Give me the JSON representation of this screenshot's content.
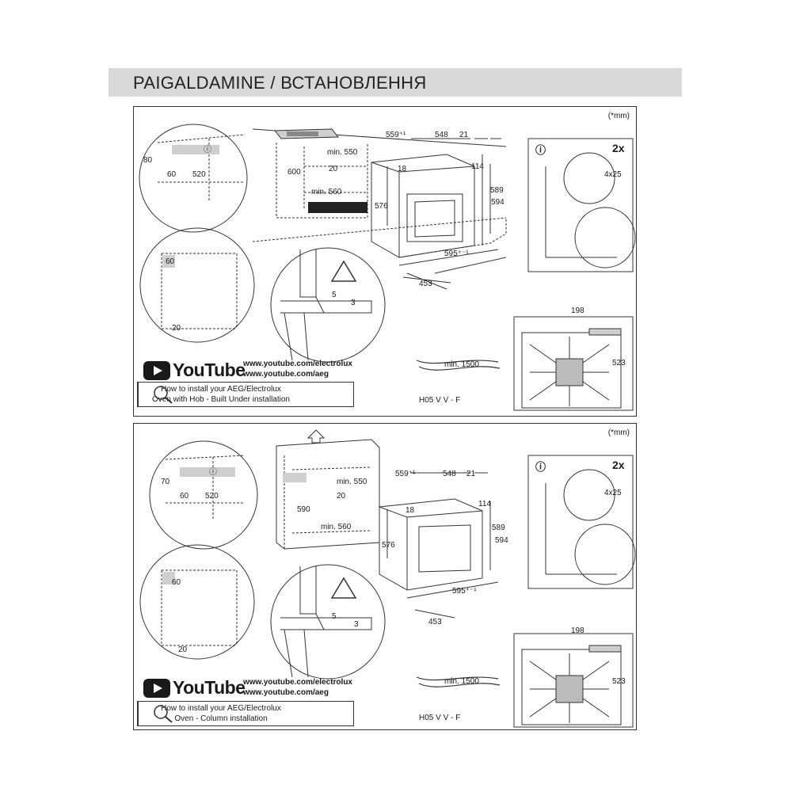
{
  "header": {
    "title": "PAIGALDAMINE / ВСТАНОВЛЕННЯ"
  },
  "panel1": {
    "unit": "(*mm)",
    "dims": {
      "d80": "80",
      "d60a": "60",
      "d520": "520",
      "d600": "600",
      "d550": "min. 550",
      "d20a": "20",
      "d560": "min. 560",
      "d559": "559⁺¹",
      "d548": "548",
      "d21": "21",
      "d18": "18",
      "d114": "114",
      "d576": "576",
      "d589": "589",
      "d594": "594",
      "d595": "595⁺⁻¹",
      "d453": "453",
      "d60b": "60",
      "d20b": "20",
      "d5": "5",
      "d3": "3",
      "d198": "198",
      "d523": "523",
      "screw": "4x25",
      "qty": "2x",
      "cable_len": "min. 1500",
      "cable_type": "H05 V V - F"
    },
    "youtube": {
      "word": "YouTube",
      "url1": "www.youtube.com/electrolux",
      "url2": "www.youtube.com/aeg"
    },
    "howto": {
      "line1": "How to install your AEG/Electrolux",
      "line2": "Oven with Hob - Built Under installation"
    }
  },
  "panel2": {
    "unit": "(*mm)",
    "dims": {
      "d70": "70",
      "d60a": "60",
      "d520": "520",
      "d590": "590",
      "d550": "min. 550",
      "d20a": "20",
      "d560": "min. 560",
      "d559": "559⁺¹",
      "d548": "548",
      "d21": "21",
      "d18": "18",
      "d114": "114",
      "d576": "576",
      "d589": "589",
      "d594": "594",
      "d595": "595⁺⁻¹",
      "d453": "453",
      "d60b": "60",
      "d20b": "20",
      "d5": "5",
      "d3": "3",
      "d198": "198",
      "d523": "523",
      "screw": "4x25",
      "qty": "2x",
      "cable_len": "min. 1500",
      "cable_type": "H05 V V - F"
    },
    "youtube": {
      "word": "YouTube",
      "url1": "www.youtube.com/electrolux",
      "url2": "www.youtube.com/aeg"
    },
    "howto": {
      "line1": "How to install your AEG/Electrolux",
      "line2": "Oven - Column installation"
    }
  }
}
